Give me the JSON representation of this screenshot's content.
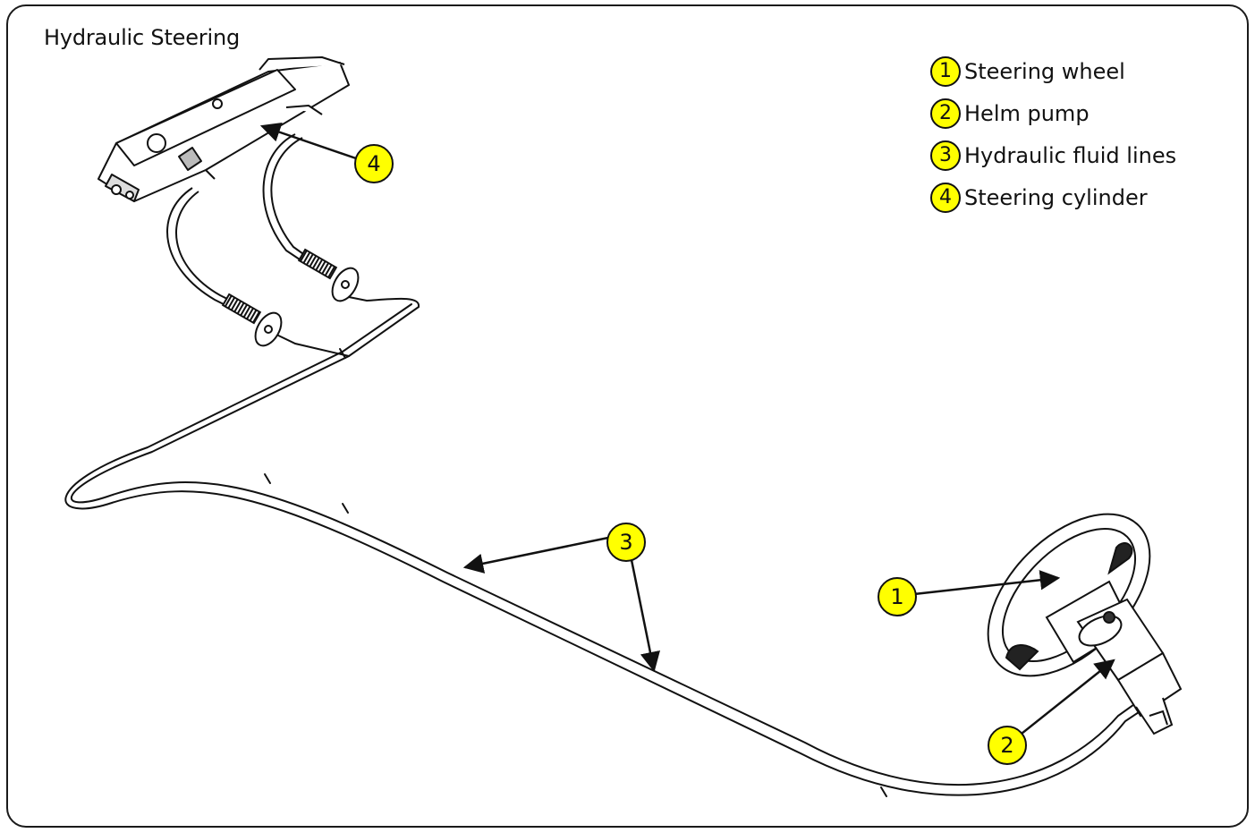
{
  "title": "Hydraulic Steering",
  "legend": [
    {
      "number": "1",
      "label": "Steering wheel"
    },
    {
      "number": "2",
      "label": "Helm pump"
    },
    {
      "number": "3",
      "label": "Hydraulic fluid lines"
    },
    {
      "number": "4",
      "label": "Steering cylinder"
    }
  ],
  "callouts": {
    "c1": "1",
    "c2": "2",
    "c3": "3",
    "c4": "4"
  },
  "colors": {
    "marker_fill": "#ffff00",
    "line": "#111111",
    "background": "#ffffff"
  }
}
